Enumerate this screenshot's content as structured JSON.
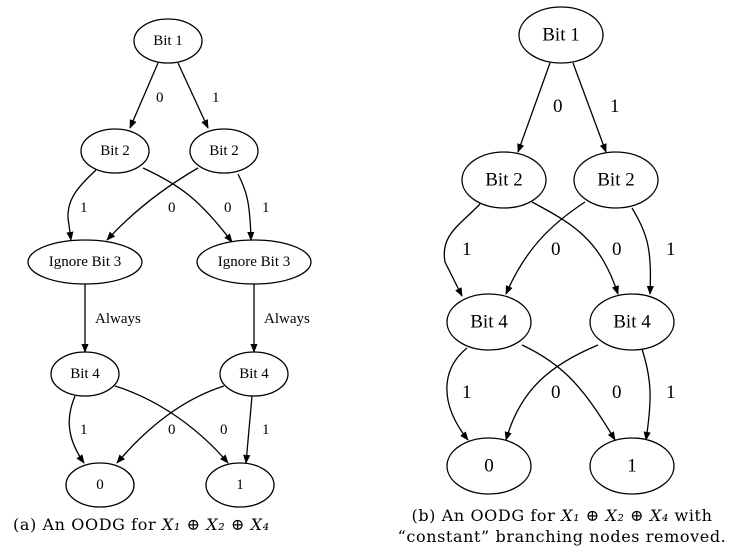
{
  "figure_a": {
    "caption_prefix": "(a) An OODG for",
    "caption_formula": "X₁ ⊕ X₂ ⊕ X₄",
    "nodes": [
      {
        "id": "a-bit1",
        "label": "Bit 1"
      },
      {
        "id": "a-bit2-left",
        "label": "Bit 2"
      },
      {
        "id": "a-bit2-right",
        "label": "Bit 2"
      },
      {
        "id": "a-ignore3-left",
        "label": "Ignore Bit 3"
      },
      {
        "id": "a-ignore3-right",
        "label": "Ignore Bit 3"
      },
      {
        "id": "a-bit4-left",
        "label": "Bit 4"
      },
      {
        "id": "a-bit4-right",
        "label": "Bit 4"
      },
      {
        "id": "a-leaf0",
        "label": "0"
      },
      {
        "id": "a-leaf1",
        "label": "1"
      }
    ],
    "edges": [
      {
        "from": "a-bit1",
        "to": "a-bit2-left",
        "label": "0"
      },
      {
        "from": "a-bit1",
        "to": "a-bit2-right",
        "label": "1"
      },
      {
        "from": "a-bit2-left",
        "to": "a-ignore3-left",
        "label": "1"
      },
      {
        "from": "a-bit2-left",
        "to": "a-ignore3-right",
        "label": "0"
      },
      {
        "from": "a-bit2-right",
        "to": "a-ignore3-left",
        "label": "0"
      },
      {
        "from": "a-bit2-right",
        "to": "a-ignore3-right",
        "label": "1"
      },
      {
        "from": "a-ignore3-left",
        "to": "a-bit4-left",
        "label": "Always"
      },
      {
        "from": "a-ignore3-right",
        "to": "a-bit4-right",
        "label": "Always"
      },
      {
        "from": "a-bit4-left",
        "to": "a-leaf0",
        "label": "1"
      },
      {
        "from": "a-bit4-left",
        "to": "a-leaf1",
        "label": "0"
      },
      {
        "from": "a-bit4-right",
        "to": "a-leaf0",
        "label": "0"
      },
      {
        "from": "a-bit4-right",
        "to": "a-leaf1",
        "label": "1"
      }
    ]
  },
  "figure_b": {
    "caption_line1_prefix": "(b) An OODG for",
    "caption_formula": "X₁ ⊕ X₂ ⊕ X₄",
    "caption_line1_suffix": "with",
    "caption_line2": "“constant” branching nodes removed.",
    "nodes": [
      {
        "id": "b-bit1",
        "label": "Bit 1"
      },
      {
        "id": "b-bit2-left",
        "label": "Bit 2"
      },
      {
        "id": "b-bit2-right",
        "label": "Bit 2"
      },
      {
        "id": "b-bit4-left",
        "label": "Bit 4"
      },
      {
        "id": "b-bit4-right",
        "label": "Bit 4"
      },
      {
        "id": "b-leaf0",
        "label": "0"
      },
      {
        "id": "b-leaf1",
        "label": "1"
      }
    ],
    "edges": [
      {
        "from": "b-bit1",
        "to": "b-bit2-left",
        "label": "0"
      },
      {
        "from": "b-bit1",
        "to": "b-bit2-right",
        "label": "1"
      },
      {
        "from": "b-bit2-left",
        "to": "b-bit4-left",
        "label": "1"
      },
      {
        "from": "b-bit2-left",
        "to": "b-bit4-right",
        "label": "0"
      },
      {
        "from": "b-bit2-right",
        "to": "b-bit4-left",
        "label": "0"
      },
      {
        "from": "b-bit2-right",
        "to": "b-bit4-right",
        "label": "1"
      },
      {
        "from": "b-bit4-left",
        "to": "b-leaf0",
        "label": "1"
      },
      {
        "from": "b-bit4-left",
        "to": "b-leaf1",
        "label": "0"
      },
      {
        "from": "b-bit4-right",
        "to": "b-leaf0",
        "label": "0"
      },
      {
        "from": "b-bit4-right",
        "to": "b-leaf1",
        "label": "1"
      }
    ]
  }
}
